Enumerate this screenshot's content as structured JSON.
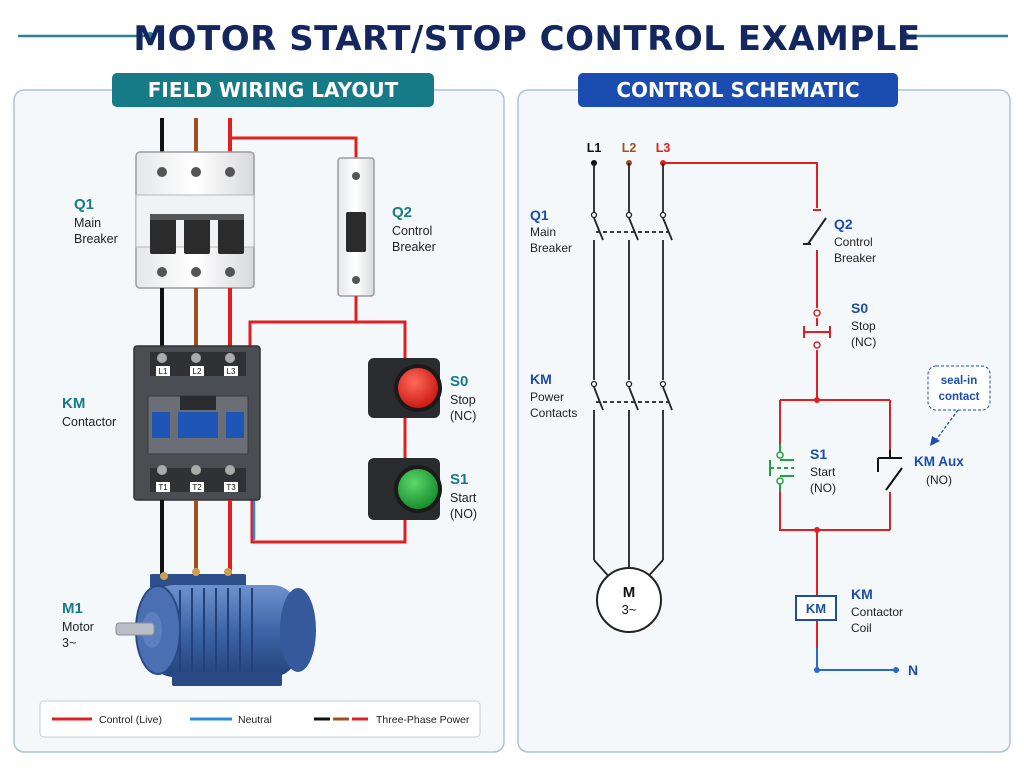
{
  "title": "MOTOR START/STOP CONTROL EXAMPLE",
  "colors": {
    "navy": "#13265e",
    "teal": "#177a87",
    "blue_tab": "#1b4db0",
    "control_live": "#e02020",
    "neutral": "#2a8ae0",
    "black": "#111111",
    "brown": "#a0501f",
    "start_green": "#22a33a",
    "stop_red": "#e8231d"
  },
  "left_panel": {
    "header": "FIELD WIRING LAYOUT",
    "q1": {
      "tag": "Q1",
      "line1": "Main",
      "line2": "Breaker"
    },
    "q2": {
      "tag": "Q2",
      "line1": "Control",
      "line2": "Breaker"
    },
    "km": {
      "tag": "KM",
      "line1": "Contactor"
    },
    "s0": {
      "tag": "S0",
      "line1": "Stop",
      "line2": "(NC)"
    },
    "s1": {
      "tag": "S1",
      "line1": "Start",
      "line2": "(NO)"
    },
    "m1": {
      "tag": "M1",
      "line1": "Motor",
      "line2": "3~"
    },
    "terminals_top": [
      "L1",
      "L2",
      "L3"
    ],
    "terminals_bottom": [
      "T1",
      "T2",
      "T3"
    ],
    "legend": {
      "control": "Control (Live)",
      "neutral": "Neutral",
      "three_phase": "Three-Phase Power"
    }
  },
  "right_panel": {
    "header": "CONTROL SCHEMATIC",
    "phases": [
      "L1",
      "L2",
      "L3"
    ],
    "q1": {
      "tag": "Q1",
      "line1": "Main",
      "line2": "Breaker"
    },
    "km_power": {
      "tag": "KM",
      "line1": "Power",
      "line2": "Contacts"
    },
    "q2": {
      "tag": "Q2",
      "line1": "Control",
      "line2": "Breaker"
    },
    "s0": {
      "tag": "S0",
      "line1": "Stop",
      "line2": "(NC)"
    },
    "s1": {
      "tag": "S1",
      "line1": "Start",
      "line2": "(NO)"
    },
    "km_aux": {
      "tag": "KM Aux",
      "line1": "(NO)"
    },
    "seal_in": {
      "line1": "seal-in",
      "line2": "contact"
    },
    "motor": {
      "line1": "M",
      "line2": "3~"
    },
    "coil": {
      "box": "KM",
      "tag": "KM",
      "line1": "Contactor",
      "line2": "Coil"
    },
    "neutral": "N"
  }
}
